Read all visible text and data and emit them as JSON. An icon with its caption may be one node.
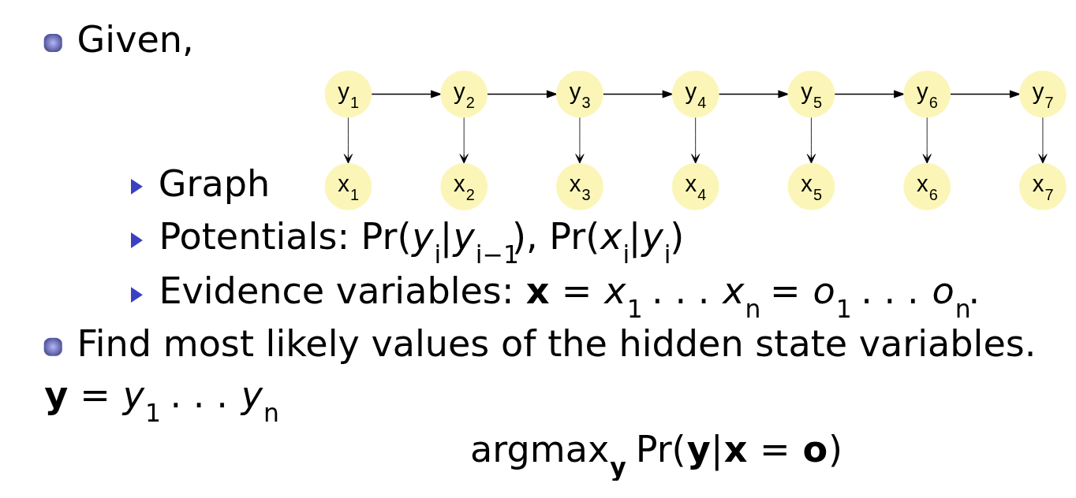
{
  "diagram": {
    "nodes": [
      {
        "text": [
          "y$_{1}$"
        ]
      },
      {
        "text": [
          "y$_{2}$"
        ]
      },
      {
        "text": [
          "y$_{3}$"
        ]
      },
      {
        "text": [
          "y$_{4}$"
        ]
      },
      {
        "text": [
          "y$_{5}$"
        ]
      },
      {
        "text": [
          "y$_{6}$"
        ]
      },
      {
        "text": [
          "y$_{7}$"
        ]
      },
      {
        "text": [
          "x$_{1}$"
        ]
      },
      {
        "text": [
          "x$_{2}$"
        ]
      },
      {
        "text": [
          "x$_{3}$"
        ]
      },
      {
        "text": [
          "x$_{4}$"
        ]
      },
      {
        "text": [
          "x$_{5}$"
        ]
      },
      {
        "text": [
          "x$_{6}$"
        ]
      },
      {
        "text": [
          "x$_{7}$"
        ]
      }
    ],
    "edges": [
      {
        "from": 0,
        "to": 1,
        "arrow": "to"
      },
      {
        "from": 1,
        "to": 2,
        "arrow": "to"
      },
      {
        "from": 2,
        "to": 3,
        "arrow": "to"
      },
      {
        "from": 3,
        "to": 4,
        "arrow": "to"
      },
      {
        "from": 4,
        "to": 5,
        "arrow": "to"
      },
      {
        "from": 5,
        "to": 6,
        "arrow": "to"
      },
      {
        "from": 0,
        "to": 7,
        "arrow": "to"
      },
      {
        "from": 1,
        "to": 8,
        "arrow": "to"
      },
      {
        "from": 2,
        "to": 9,
        "arrow": "to"
      },
      {
        "from": 3,
        "to": 10,
        "arrow": "to"
      },
      {
        "from": 4,
        "to": 11,
        "arrow": "to"
      },
      {
        "from": 5,
        "to": 12,
        "arrow": "to"
      },
      {
        "from": 6,
        "to": 13,
        "arrow": "to"
      }
    ],
    "labels": [
      "Given,",
      "Graph",
      "Potentials: Pr(*y*$_{i}$|*y*$_{i−1}$), Pr(*x*$_{i}$|*y*$_{i}$)",
      "Evidence variables: **x** = *x*$_{1}$ . . . *x*$_{n}$ = *o*$_{1}$ . . . *o*$_{n}$.",
      "Find most likely values of the hidden state variables.",
      "**y** = *y*$_{1}$ . . . *y*$_{n}$",
      "argmax**$_{y}$** Pr(**y**|**x** = **o**)"
    ]
  }
}
